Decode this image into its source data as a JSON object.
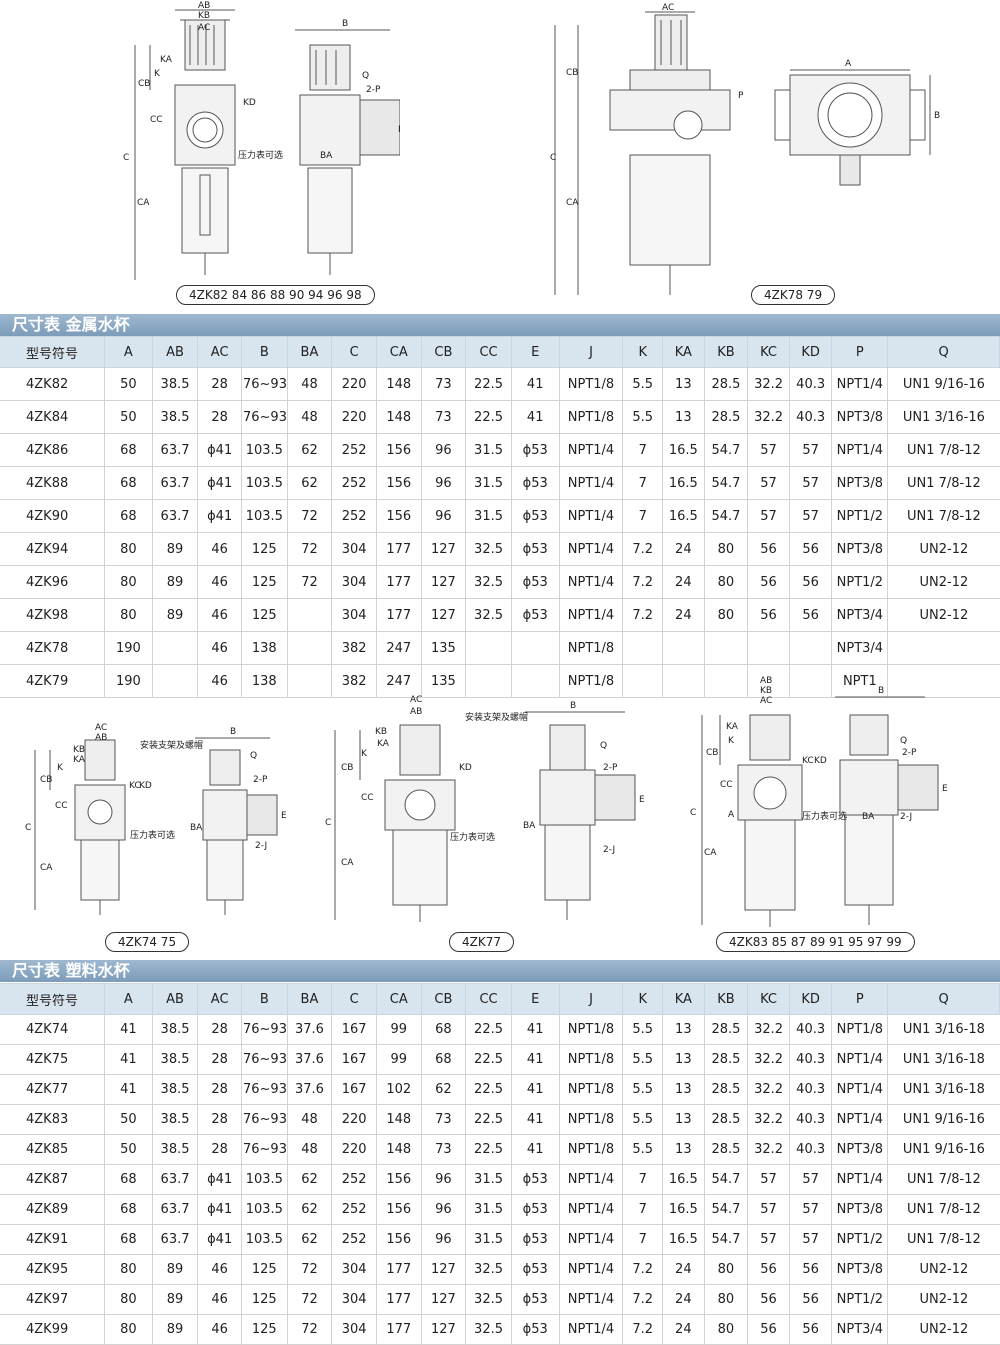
{
  "top_figures": {
    "left_labels": [
      "AB",
      "KB",
      "AC",
      "KA",
      "K",
      "CB",
      "C",
      "CC",
      "CA",
      "KD",
      "BA",
      "B",
      "Q",
      "2-P",
      "E",
      "压力表可选"
    ],
    "right_labels": [
      "AC",
      "CB",
      "C",
      "CA",
      "P",
      "A",
      "B"
    ],
    "caption_left": "4ZK82 84 86 88 90 94 96 98",
    "caption_right": "4ZK78 79"
  },
  "mid_figures": {
    "labels_a": [
      "AC",
      "AB",
      "KB",
      "KA",
      "K",
      "CB",
      "C",
      "CC",
      "CA",
      "KC",
      "KD",
      "安装支架及螺帽",
      "B",
      "Q",
      "2-P",
      "BA",
      "E",
      "2-J",
      "压力表可选"
    ],
    "labels_b": [
      "AC",
      "AB",
      "KB",
      "KA",
      "K",
      "CB",
      "C",
      "CC",
      "CA",
      "KD",
      "压力表可选",
      "安装支架及螺帽",
      "B",
      "Q",
      "2-P",
      "BA",
      "2-J",
      "E"
    ],
    "labels_c": [
      "AB",
      "KB",
      "AC",
      "KA",
      "K",
      "CB",
      "C",
      "CC",
      "CA",
      "KC",
      "KD",
      "A",
      "压力表可选",
      "B",
      "Q",
      "2-P",
      "BA",
      "E",
      "2-J"
    ],
    "caption_a": "4ZK74 75",
    "caption_b": "4ZK77",
    "caption_c": "4ZK83 85 87 89 91 95 97 99"
  },
  "metal_table": {
    "title": "尺寸表  金属水杯",
    "headers": [
      "型号符号",
      "A",
      "AB",
      "AC",
      "B",
      "BA",
      "C",
      "CA",
      "CB",
      "CC",
      "E",
      "J",
      "K",
      "KA",
      "KB",
      "KC",
      "KD",
      "P",
      "Q"
    ],
    "rows": [
      [
        "4ZK82",
        "50",
        "38.5",
        "28",
        "76~93",
        "48",
        "220",
        "148",
        "73",
        "22.5",
        "41",
        "NPT1/8",
        "5.5",
        "13",
        "28.5",
        "32.2",
        "40.3",
        "NPT1/4",
        "UN1 9/16-16"
      ],
      [
        "4ZK84",
        "50",
        "38.5",
        "28",
        "76~93",
        "48",
        "220",
        "148",
        "73",
        "22.5",
        "41",
        "NPT1/8",
        "5.5",
        "13",
        "28.5",
        "32.2",
        "40.3",
        "NPT3/8",
        "UN1 3/16-16"
      ],
      [
        "4ZK86",
        "68",
        "63.7",
        "ϕ41",
        "103.5",
        "62",
        "252",
        "156",
        "96",
        "31.5",
        "ϕ53",
        "NPT1/4",
        "7",
        "16.5",
        "54.7",
        "57",
        "57",
        "NPT1/4",
        "UN1 7/8-12"
      ],
      [
        "4ZK88",
        "68",
        "63.7",
        "ϕ41",
        "103.5",
        "62",
        "252",
        "156",
        "96",
        "31.5",
        "ϕ53",
        "NPT1/4",
        "7",
        "16.5",
        "54.7",
        "57",
        "57",
        "NPT3/8",
        "UN1 7/8-12"
      ],
      [
        "4ZK90",
        "68",
        "63.7",
        "ϕ41",
        "103.5",
        "72",
        "252",
        "156",
        "96",
        "31.5",
        "ϕ53",
        "NPT1/4",
        "7",
        "16.5",
        "54.7",
        "57",
        "57",
        "NPT1/2",
        "UN1 7/8-12"
      ],
      [
        "4ZK94",
        "80",
        "89",
        "46",
        "125",
        "72",
        "304",
        "177",
        "127",
        "32.5",
        "ϕ53",
        "NPT1/4",
        "7.2",
        "24",
        "80",
        "56",
        "56",
        "NPT3/8",
        "UN2-12"
      ],
      [
        "4ZK96",
        "80",
        "89",
        "46",
        "125",
        "72",
        "304",
        "177",
        "127",
        "32.5",
        "ϕ53",
        "NPT1/4",
        "7.2",
        "24",
        "80",
        "56",
        "56",
        "NPT1/2",
        "UN2-12"
      ],
      [
        "4ZK98",
        "80",
        "89",
        "46",
        "125",
        "",
        "304",
        "177",
        "127",
        "32.5",
        "ϕ53",
        "NPT1/4",
        "7.2",
        "24",
        "80",
        "56",
        "56",
        "NPT3/4",
        "UN2-12"
      ],
      [
        "4ZK78",
        "190",
        "",
        "46",
        "138",
        "",
        "382",
        "247",
        "135",
        "",
        "",
        "NPT1/8",
        "",
        "",
        "",
        "",
        "",
        "NPT3/4",
        ""
      ],
      [
        "4ZK79",
        "190",
        "",
        "46",
        "138",
        "",
        "382",
        "247",
        "135",
        "",
        "",
        "NPT1/8",
        "",
        "",
        "",
        "",
        "",
        "NPT1",
        ""
      ]
    ]
  },
  "plastic_table": {
    "title": "尺寸表  塑料水杯",
    "headers": [
      "型号符号",
      "A",
      "AB",
      "AC",
      "B",
      "BA",
      "C",
      "CA",
      "CB",
      "CC",
      "E",
      "J",
      "K",
      "KA",
      "KB",
      "KC",
      "KD",
      "P",
      "Q"
    ],
    "rows": [
      [
        "4ZK74",
        "41",
        "38.5",
        "28",
        "76~93",
        "37.6",
        "167",
        "99",
        "68",
        "22.5",
        "41",
        "NPT1/8",
        "5.5",
        "13",
        "28.5",
        "32.2",
        "40.3",
        "NPT1/8",
        "UN1 3/16-18"
      ],
      [
        "4ZK75",
        "41",
        "38.5",
        "28",
        "76~93",
        "37.6",
        "167",
        "99",
        "68",
        "22.5",
        "41",
        "NPT1/8",
        "5.5",
        "13",
        "28.5",
        "32.2",
        "40.3",
        "NPT1/4",
        "UN1 3/16-18"
      ],
      [
        "4ZK77",
        "41",
        "38.5",
        "28",
        "76~93",
        "37.6",
        "167",
        "102",
        "62",
        "22.5",
        "41",
        "NPT1/8",
        "5.5",
        "13",
        "28.5",
        "32.2",
        "40.3",
        "NPT1/4",
        "UN1 3/16-18"
      ],
      [
        "4ZK83",
        "50",
        "38.5",
        "28",
        "76~93",
        "48",
        "220",
        "148",
        "73",
        "22.5",
        "41",
        "NPT1/8",
        "5.5",
        "13",
        "28.5",
        "32.2",
        "40.3",
        "NPT1/4",
        "UN1 9/16-16"
      ],
      [
        "4ZK85",
        "50",
        "38.5",
        "28",
        "76~93",
        "48",
        "220",
        "148",
        "73",
        "22.5",
        "41",
        "NPT1/8",
        "5.5",
        "13",
        "28.5",
        "32.2",
        "40.3",
        "NPT3/8",
        "UN1 9/16-16"
      ],
      [
        "4ZK87",
        "68",
        "63.7",
        "ϕ41",
        "103.5",
        "62",
        "252",
        "156",
        "96",
        "31.5",
        "ϕ53",
        "NPT1/4",
        "7",
        "16.5",
        "54.7",
        "57",
        "57",
        "NPT1/4",
        "UN1 7/8-12"
      ],
      [
        "4ZK89",
        "68",
        "63.7",
        "ϕ41",
        "103.5",
        "62",
        "252",
        "156",
        "96",
        "31.5",
        "ϕ53",
        "NPT1/4",
        "7",
        "16.5",
        "54.7",
        "57",
        "57",
        "NPT3/8",
        "UN1 7/8-12"
      ],
      [
        "4ZK91",
        "68",
        "63.7",
        "ϕ41",
        "103.5",
        "62",
        "252",
        "156",
        "96",
        "31.5",
        "ϕ53",
        "NPT1/4",
        "7",
        "16.5",
        "54.7",
        "57",
        "57",
        "NPT1/2",
        "UN1 7/8-12"
      ],
      [
        "4ZK95",
        "80",
        "89",
        "46",
        "125",
        "72",
        "304",
        "177",
        "127",
        "32.5",
        "ϕ53",
        "NPT1/4",
        "7.2",
        "24",
        "80",
        "56",
        "56",
        "NPT3/8",
        "UN2-12"
      ],
      [
        "4ZK97",
        "80",
        "89",
        "46",
        "125",
        "72",
        "304",
        "177",
        "127",
        "32.5",
        "ϕ53",
        "NPT1/4",
        "7.2",
        "24",
        "80",
        "56",
        "56",
        "NPT1/2",
        "UN2-12"
      ],
      [
        "4ZK99",
        "80",
        "89",
        "46",
        "125",
        "72",
        "304",
        "177",
        "127",
        "32.5",
        "ϕ53",
        "NPT1/4",
        "7.2",
        "24",
        "80",
        "56",
        "56",
        "NPT3/4",
        "UN2-12"
      ]
    ]
  }
}
